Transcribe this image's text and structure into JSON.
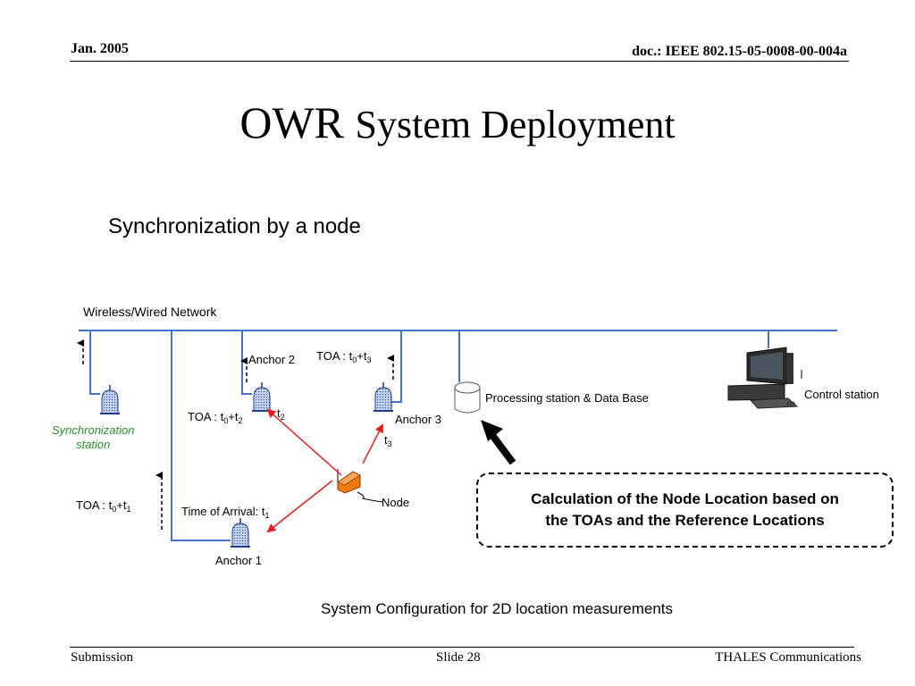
{
  "header": {
    "date": "Jan. 2005",
    "doc": "doc.: IEEE 802.15-05-0008-00-004a"
  },
  "title": {
    "main": "OWR",
    "rest": "System Deployment"
  },
  "subtitle": "Synchronization by a node",
  "diagram": {
    "network_label": "Wireless/Wired Network",
    "sync_station": [
      "Synchronization",
      "station"
    ],
    "anchor1": "Anchor 1",
    "anchor2": "Anchor 2",
    "anchor3": "Anchor 3",
    "node": "Node",
    "processing": "Processing station & Data Base",
    "control": "Control station",
    "toa_t0t1": {
      "text": "TOA : t",
      "s1": "0",
      "plus": "+t",
      "s2": "1"
    },
    "toa_t0t2": {
      "text": "TOA : t",
      "s1": "0",
      "plus": "+t",
      "s2": "2"
    },
    "toa_t0t3": {
      "text": "TOA : t",
      "s1": "0",
      "plus": "+t",
      "s2": "3"
    },
    "time_of_arrival": {
      "text": "Time of Arrival: t",
      "s1": "1"
    },
    "t2": {
      "text": "t",
      "s1": "2"
    },
    "t3": {
      "text": "t",
      "s1": "3"
    },
    "callout": [
      "Calculation of the Node Location based on",
      "the TOAs and the Reference Locations"
    ],
    "caption": "System Configuration for 2D location measurements",
    "colors": {
      "network": "#4472c4",
      "signal": "#e02020",
      "sync_text": "#2e8b2e",
      "node": "#f07a10"
    }
  },
  "footer": {
    "left": "Submission",
    "center": "Slide 28",
    "right": "THALES Communications"
  }
}
